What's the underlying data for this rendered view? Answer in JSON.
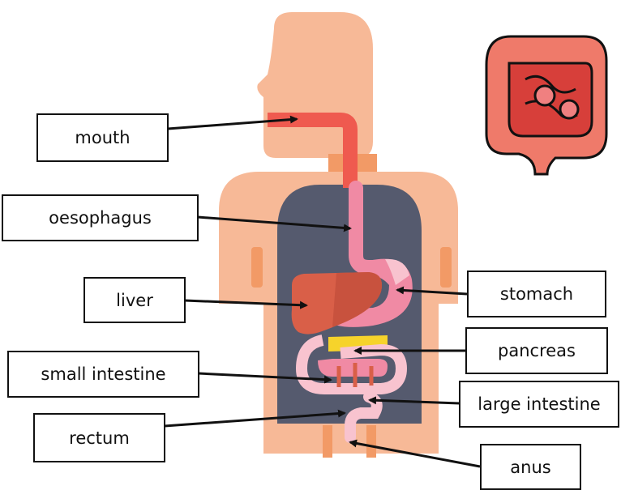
{
  "title": "",
  "labels": {
    "mouth": "mouth",
    "oesophagus": "oesophagus",
    "liver": "liver",
    "small_intestine": "small intestine",
    "rectum": "rectum",
    "stomach": "stomach",
    "pancreas": "pancreas",
    "large_intestine": "large intestine",
    "anus": "anus"
  },
  "colors": {
    "skin": "#F7B997",
    "skin_shadow": "#F29A66",
    "torso_cavity": "#555A6E",
    "gut_tube": "#EF5A4F",
    "stomach": "#F08AA4",
    "liver": "#D95F48",
    "pancreas": "#F6D32B",
    "small_intestine": "#F5A3B6",
    "large_intestine": "#F8C3CF",
    "arrow": "#111111"
  },
  "icons": {
    "top_right": "intestines-icon"
  }
}
